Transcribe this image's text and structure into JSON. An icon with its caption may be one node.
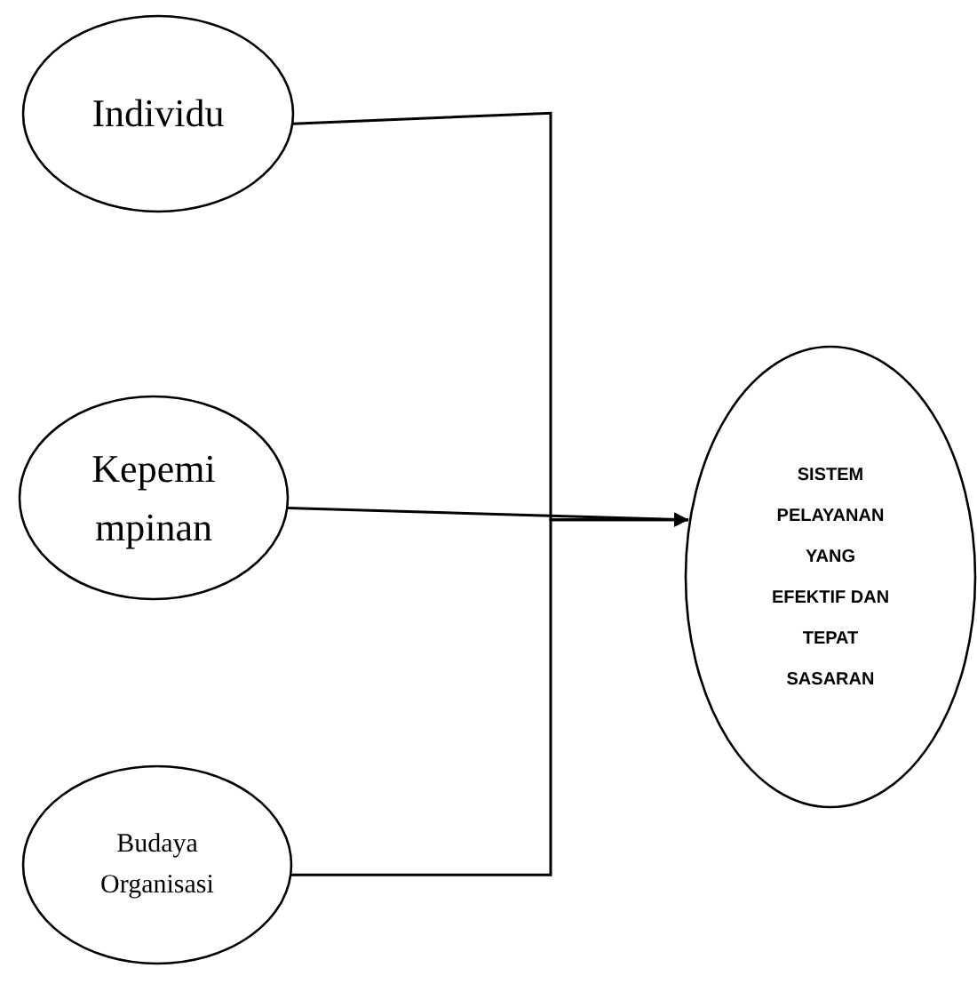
{
  "diagram": {
    "nodes": [
      {
        "text": [
          "Individu"
        ]
      },
      {
        "text": [
          "Kepemi mpinan"
        ]
      },
      {
        "text": [
          "Budaya Organisasi"
        ]
      },
      {
        "text": [
          "SISTEM PELAYANAN YANG EFEKTIF DAN TEPAT SASARAN"
        ]
      }
    ],
    "edges": [
      {
        "from": 0,
        "to": 3,
        "arrow": "to"
      },
      {
        "from": 1,
        "to": 3,
        "arrow": "to"
      },
      {
        "from": 2,
        "to": 3,
        "arrow": "to"
      }
    ]
  }
}
